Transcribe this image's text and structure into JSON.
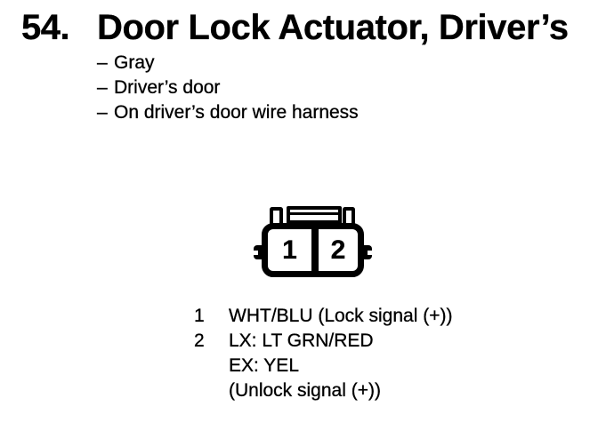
{
  "header": {
    "number": "54.",
    "title": "Door Lock Actuator, Driver’s"
  },
  "notes": {
    "prefix": "–",
    "items": [
      "Gray",
      "Driver’s door",
      "On driver’s door wire harness"
    ]
  },
  "connector": {
    "pins": [
      "1",
      "2"
    ]
  },
  "legend": {
    "rows": [
      {
        "pin": "1",
        "text": "WHT/BLU (Lock signal (+))"
      },
      {
        "pin": "2",
        "text": "LX: LT GRN/RED"
      },
      {
        "pin": "",
        "text": "EX: YEL"
      },
      {
        "pin": "",
        "text": "(Unlock signal (+))"
      }
    ]
  },
  "colors": {
    "ink": "#000000",
    "paper": "#ffffff"
  }
}
